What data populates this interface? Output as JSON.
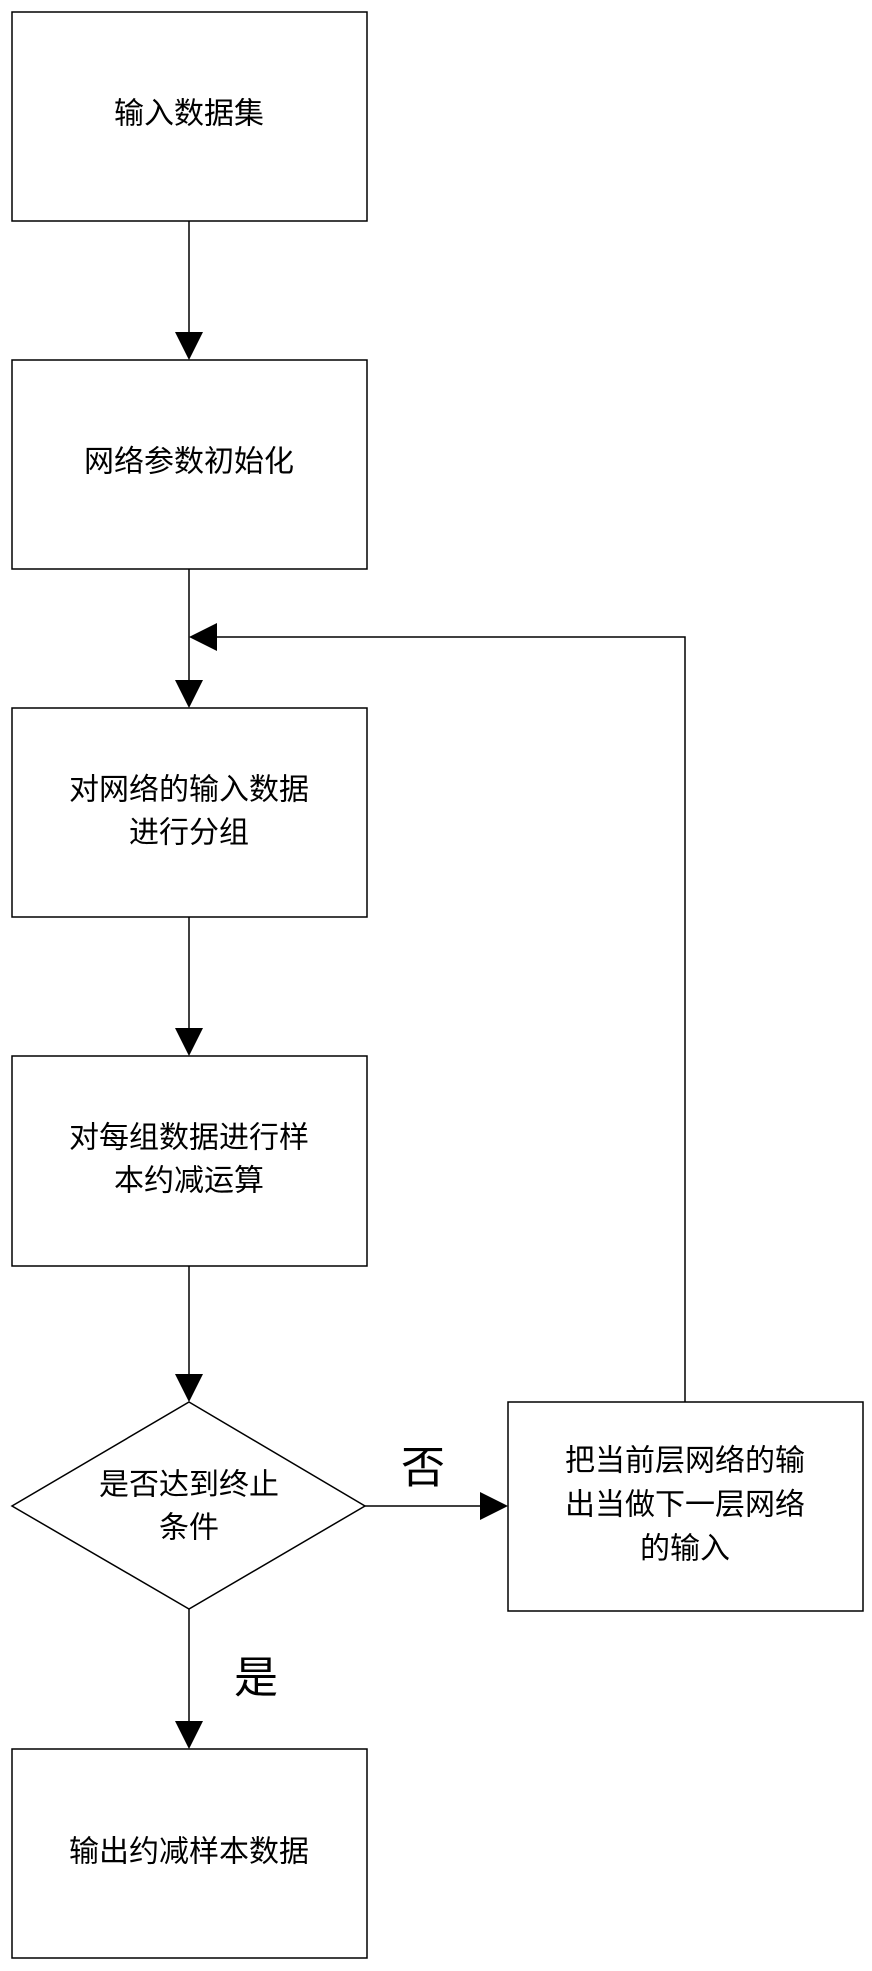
{
  "nodes": {
    "input_dataset": {
      "lines": [
        "输入数据集"
      ]
    },
    "init_params": {
      "lines": [
        "网络参数初始化"
      ]
    },
    "group_input": {
      "lines": [
        "对网络的输入数据",
        "进行分组"
      ]
    },
    "reduce_groups": {
      "lines": [
        "对每组数据进行样",
        "本约减运算"
      ]
    },
    "check_termination": {
      "lines": [
        "是否达到终止",
        "条件"
      ]
    },
    "layer_output_as_input": {
      "lines": [
        "把当前层网络的输",
        "出当做下一层网络",
        "的输入"
      ]
    },
    "output_reduced": {
      "lines": [
        "输出约减样本数据"
      ]
    }
  },
  "edge_labels": {
    "no": "否",
    "yes": "是"
  }
}
